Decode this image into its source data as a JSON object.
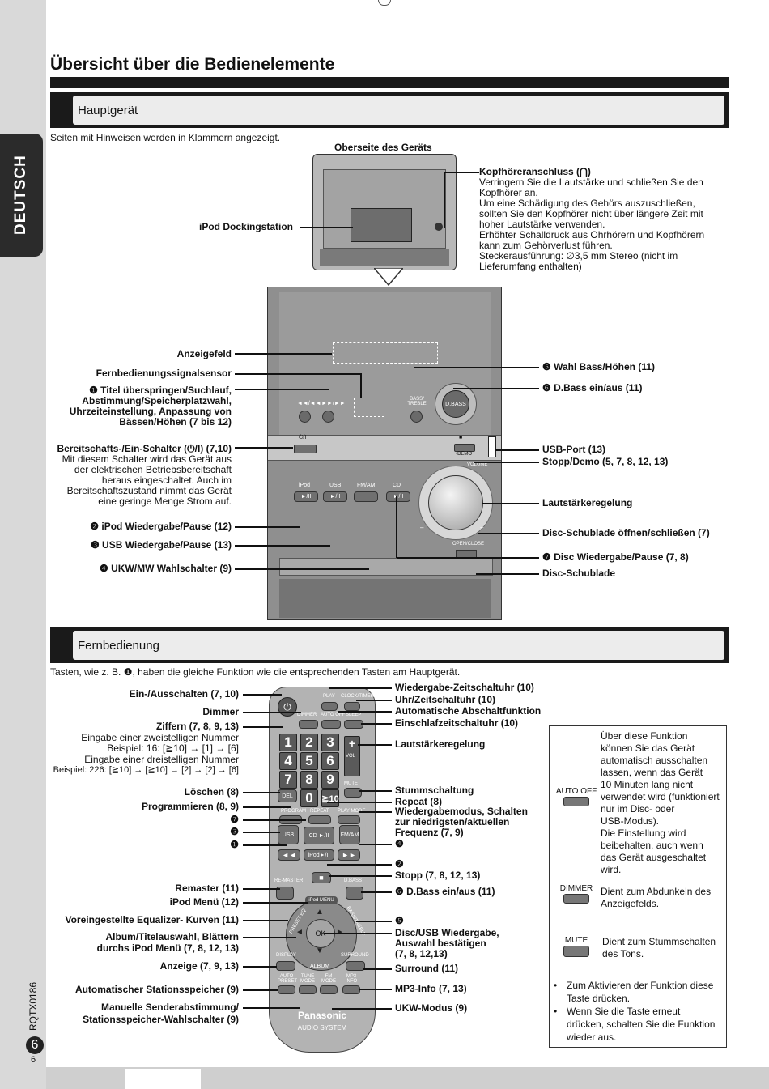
{
  "page_title": "Übersicht über die Bedienelemente",
  "side_tab": "DEUTSCH",
  "doc_code": "RQTX0186",
  "page_number_circle": "6",
  "page_number": "6",
  "section_main": {
    "heading": "Hauptgerät",
    "intro": "Seiten mit Hinweisen werden in Klammern angezeigt.",
    "top_caption": "Oberseite des Geräts",
    "ipod_dock": "iPod Dockingstation",
    "headphone_title": "Kopfhöreranschluss (⋂)",
    "headphone_lines": [
      "Verringern Sie die Lautstärke und schließen Sie den",
      "Kopfhörer an.",
      "Um eine Schädigung des Gehörs auszuschließen,",
      "sollten Sie den Kopfhörer nicht über längere Zeit mit",
      "hoher Lautstärke verwenden.",
      "Erhöhter Schalldruck aus Ohrhörern und Kopfhörern",
      "kann zum Gehörverlust führen.",
      "Steckerausführung:  ∅3,5 mm Stereo (nicht im",
      "Lieferumfang enthalten)"
    ],
    "left_labels": {
      "anzeigefeld": "Anzeigefeld",
      "sensor": "Fernbedienungssignalsensor",
      "skip": [
        "❶ Titel überspringen/Suchlauf,",
        "Abstimmung/Speicherplatzwahl,",
        "Uhrzeiteinstellung, Anpassung von",
        "Bässen/Höhen (7 bis 12)"
      ],
      "standby_title": "Bereitschafts-/Ein-Schalter (⏻/I) (7,10)",
      "standby_desc": [
        "Mit diesem Schalter wird das Gerät aus",
        "der elektrischen Betriebsbereitschaft",
        "heraus eingeschaltet. Auch im",
        "Bereitschaftszustand nimmt das Gerät",
        "eine geringe Menge Strom auf."
      ],
      "ipod_play": "❷ iPod Wiedergabe/Pause (12)",
      "usb_play": "❸ USB Wiedergabe/Pause (13)",
      "fm_am": "❹ UKW/MW Wahlschalter (9)"
    },
    "right_labels": {
      "bass_treble": "❺ Wahl Bass/Höhen (11)",
      "dbass": "❻ D.Bass ein/aus (11)",
      "usb_port": "USB-Port (13)",
      "stop_demo": "Stopp/Demo (5, 7, 8, 12, 13)",
      "volume": "Lautstärkeregelung",
      "disc_open": "Disc-Schublade öffnen/schließen (7)",
      "disc_play": "❼ Disc Wiedergabe/Pause (7, 8)",
      "disc_tray": "Disc-Schublade"
    },
    "device": {
      "bass_treble_label": "BASS/ TREBLE",
      "dbass_label": "D.BASS",
      "standby_label": "⏻/I",
      "stop_label": "■",
      "demo_label": "•DEMO",
      "volume_label": "VOLUME",
      "ipod_label": "iPod",
      "usb_label": "USB",
      "fmam_label": "FM/AM",
      "cd_label": "CD",
      "play_symbol": "►/II",
      "open_close_label": "OPEN/CLOSE",
      "skip_back": "◄◄/◄◄",
      "skip_fwd": "►►/►►",
      "minus": "–",
      "plus": "+"
    }
  },
  "section_remote": {
    "heading": "Fernbedienung",
    "intro": "Tasten, wie z. B. ❶, haben die gleiche Funktion wie die entsprechenden Tasten am Hauptgerät.",
    "left_labels": {
      "power": "Ein-/Ausschalten (7, 10)",
      "dimmer": "Dimmer",
      "digits": "Ziffern (7, 8, 9, 13)",
      "two_digit": "Eingabe einer zweistelligen Nummer",
      "example16": "Beispiel: 16: [≧10] → [1] → [6]",
      "three_digit": "Eingabe einer dreistelligen Nummer",
      "example226": "Beispiel: 226: [≧10] → [≧10] → [2] → [2] → [6]",
      "delete": "Löschen (8)",
      "program": "Programmieren (8, 9)",
      "n7": "❼",
      "n3": "❸",
      "n1": "❶",
      "remaster": "Remaster (11)",
      "ipod_menu": "iPod Menü (12)",
      "preset_eq": "Voreingestellte Equalizer- Kurven (11)",
      "album1": "Album/Titelauswahl, Blättern",
      "album2": "durchs iPod Menü (7, 8, 12, 13)",
      "display": "Anzeige (7, 9, 13)",
      "auto_preset": "Automatischer Stationsspeicher (9)",
      "tune1": "Manuelle Senderabstimmung/",
      "tune2": "Stationsspeicher-Wahlschalter (9)"
    },
    "right_labels": {
      "play_timer": "Wiedergabe-Zeitschaltuhr (10)",
      "clock": "Uhr/Zeitschaltuhr (10)",
      "auto_off": "Automatische Abschaltfunktion",
      "sleep": "Einschlafzeitschaltuhr (10)",
      "volume": "Lautstärkeregelung",
      "mute": "Stummschaltung",
      "repeat": "Repeat (8)",
      "playmode1": "Wiedergabemodus, Schalten",
      "playmode2": "zur niedrigsten/aktuellen",
      "playmode3": "Frequenz (7, 9)",
      "n4": "❹",
      "n2": "❷",
      "stop": "Stopp (7, 8, 12, 13)",
      "dbass": "❻ D.Bass ein/aus (11)",
      "n5": "❺",
      "disc1": "Disc/USB Wiedergabe,",
      "disc2": "Auswahl bestätigen",
      "disc3": "(7, 8, 12,13)",
      "surround": "Surround (11)",
      "mp3": "MP3-Info (7, 13)",
      "fm_mode": "UKW-Modus (9)"
    },
    "remote": {
      "play": "PLAY",
      "clock": "CLOCK/TIMER",
      "dimmer": "DIMMER",
      "auto_off": "AUTO OFF",
      "sleep": "SLEEP",
      "keys": [
        "1",
        "2",
        "3",
        "4",
        "5",
        "6",
        "7",
        "8",
        "9"
      ],
      "zero": "0",
      "ten": "≧10",
      "vol": "VOL",
      "mute": "MUTE",
      "del": "DEL",
      "program": "PROGRAM",
      "repeat": "REPEAT",
      "play_mode": "PLAY MODE",
      "usb": "USB",
      "cd": "CD ►/II",
      "fmam": "FM/AM",
      "ipod": "iPod►/II",
      "remaster": "RE-MASTER",
      "dbass": "D.BASS",
      "ipod_menu": "iPod MENU",
      "preset_eq": "PRESET EQ",
      "bass_treble": "BASS/TREBLE",
      "ok": "OK",
      "display": "DISPLAY",
      "surround": "SURROUND",
      "album": "ALBUM",
      "auto_preset": "AUTO PRESET",
      "tune_mode": "TUNE MODE",
      "fm_mode": "FM MODE",
      "mp3_info": "MP3 INFO",
      "brand": "Panasonic",
      "system": "AUDIO SYSTEM"
    },
    "info_box": {
      "autooff_btn": "AUTO OFF",
      "autooff_text": [
        "Über diese Funktion",
        "können Sie das Gerät",
        "automatisch ausschalten",
        "lassen, wenn das Gerät",
        "10 Minuten lang nicht",
        "verwendet wird (funktioniert",
        "nur im Disc- oder",
        "USB-Modus).",
        "Die Einstellung wird",
        "beibehalten, auch wenn",
        "das Gerät ausgeschaltet",
        "wird."
      ],
      "dimmer_btn": "DIMMER",
      "dimmer_text": [
        "Dient zum Abdunkeln des",
        "Anzeigefelds."
      ],
      "mute_btn": "MUTE",
      "mute_text": [
        "Dient zum Stummschalten",
        "des Tons."
      ],
      "bullets": [
        [
          "Zum Aktivieren der Funktion diese",
          "Taste drücken."
        ],
        [
          "Wenn Sie die Taste erneut",
          "drücken, schalten Sie die Funktion",
          "wieder aus."
        ]
      ]
    }
  }
}
